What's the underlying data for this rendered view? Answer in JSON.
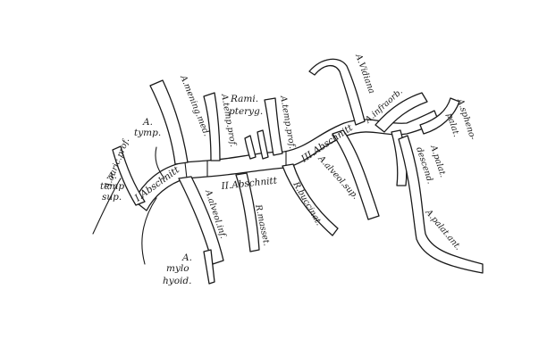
{
  "labels": {
    "a_temp_sup_1": "A.",
    "a_temp_sup_2": "temp",
    "a_temp_sup_3": "sup.",
    "a_auric_prof": "A.auric.prof.",
    "a_tymp_1": "A.",
    "a_tymp_2": "tymp.",
    "a_mening_med": "A.mening.med.",
    "i_abschnitt": "I.Abschnitt",
    "a_alveol_inf": "A.alveol.inf.",
    "a_mylohyoid_1": "A.",
    "a_mylohyoid_2": "mylo",
    "a_mylohyoid_3": "hyoid.",
    "a_temp_prof_1": "A.temp.prof.",
    "rami_pteryg_1": "Rami.",
    "rami_pteryg_2": "pteryg.",
    "a_temp_prof_2": "A.temp.prof.",
    "ii_abschnitt": "II.Abschnitt",
    "r_masset": "R.masset.",
    "r_buccinat": "R.buccinat.",
    "a_alveol_sup": "A.alveol.sup.",
    "iii_abschnitt": "III.Abschnitt",
    "a_infraorb": "A.infraorb.",
    "a_vidiana": "A.Vidiana",
    "a_spheno_palat_1": "A.spheno-",
    "a_spheno_palat_2": "palat.",
    "a_palat_desc_1": "A.palat.",
    "a_palat_desc_2": "descend.",
    "a_palat_ant": "A.palat.ant."
  }
}
